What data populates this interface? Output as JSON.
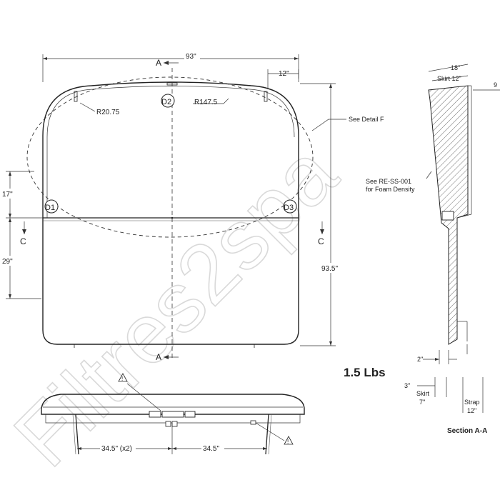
{
  "watermark": "Filtres2spa",
  "dimensions": {
    "top_width": "93\"",
    "side_height": "93.5\"",
    "hinge_offset": "12\"",
    "left_upper": "17\"",
    "left_lower": "29\"",
    "radius_small": "R20.75",
    "radius_large": "R147.5",
    "bottom_left": "34.5\" (x2)",
    "bottom_right": "34.5\""
  },
  "callouts": {
    "d1": "D1",
    "d2": "D2",
    "d3": "D3",
    "see_detail": "See  Detail F",
    "foam_note_line1": "See RE-SS-001",
    "foam_note_line2": "for Foam Density"
  },
  "section_marks": {
    "a_top": "A",
    "a_bottom": "A",
    "c_left": "C",
    "c_right": "C"
  },
  "weight": "1.5 Lbs",
  "section": {
    "dim_18": "18\"",
    "skirt_top": "Skirt 12\"",
    "dim_9": "9",
    "dim_2": "2\"",
    "dim_3": "3\"",
    "skirt_label": "Skirt",
    "skirt_value": "7\"",
    "strap_label": "Strap",
    "strap_value": "12\"",
    "title": "Section A-A"
  },
  "warning_mark": "!"
}
